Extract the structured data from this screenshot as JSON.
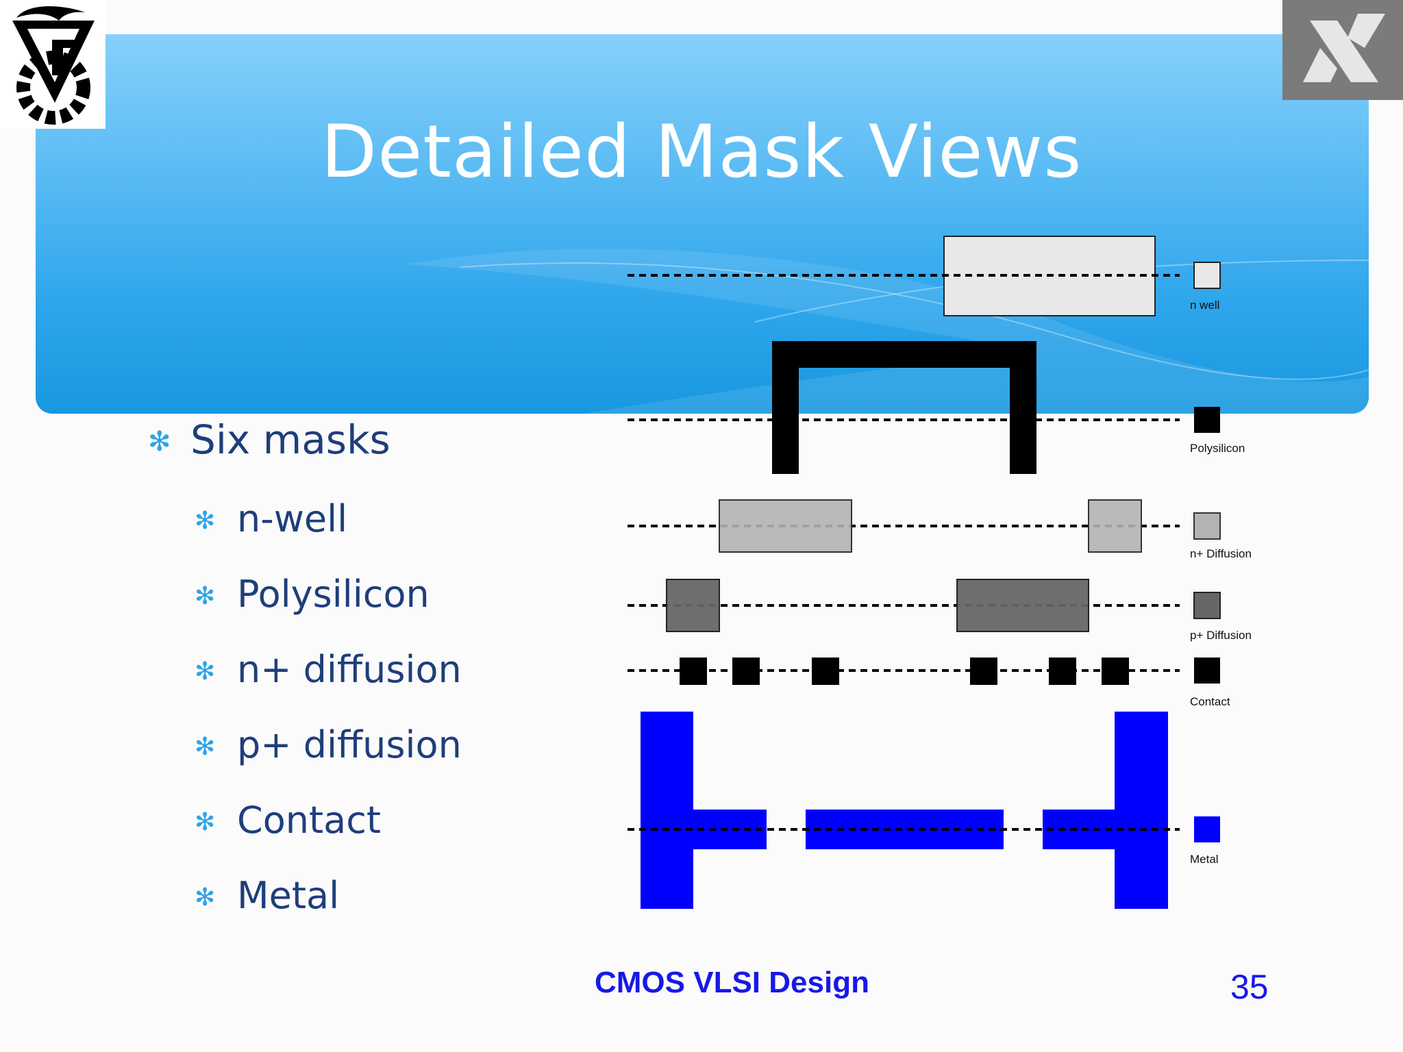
{
  "title": "Detailed Mask Views",
  "bullet": "Six masks",
  "subitems": [
    "n-well",
    "Polysilicon",
    "n+ diffusion",
    "p+ diffusion",
    "Contact",
    "Metal"
  ],
  "legend": {
    "nwell": "n well",
    "poly": "Polysilicon",
    "ndiff": "n+ Diffusion",
    "pdiff": "p+ Diffusion",
    "contact": "Contact",
    "metal": "Metal"
  },
  "colors": {
    "nwell": "#e8e8e8",
    "poly": "#000000",
    "ndiff": "#b3b3b3",
    "pdiff": "#666666",
    "contact": "#000000",
    "metal": "#0000ff",
    "title_text": "#ffffff",
    "body_text": "#1f3e7a",
    "footer_text": "#1818e8"
  },
  "footer": "CMOS VLSI Design",
  "page_number": "35"
}
